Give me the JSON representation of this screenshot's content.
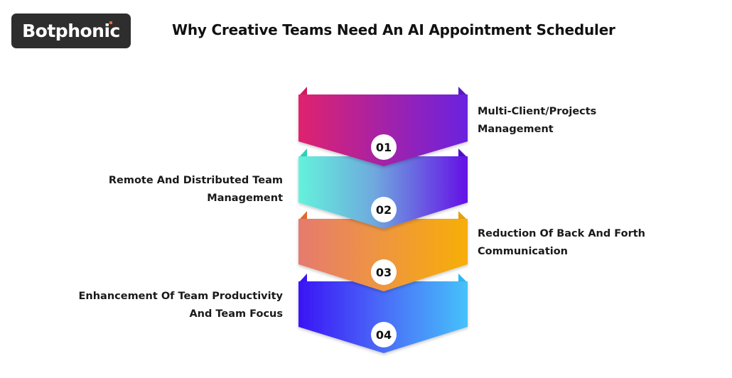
{
  "brand": {
    "name": "Botphonic",
    "bg_color": "#2e2e2e",
    "dot_color": "#f26b1d"
  },
  "title": "Why Creative Teams Need An AI Appointment Scheduler",
  "steps": [
    {
      "number": "01",
      "label_line1": "Multi-Client/Projects",
      "label_line2": "Management",
      "side": "right",
      "gradient_start": "#e0206e",
      "gradient_end": "#6a22e0"
    },
    {
      "number": "02",
      "label_line1": "Remote And Distributed Team",
      "label_line2": "Management",
      "side": "left",
      "gradient_start": "#64f2dc",
      "gradient_end": "#6410e6"
    },
    {
      "number": "03",
      "label_line1": "Reduction Of Back And Forth",
      "label_line2": "Communication",
      "side": "right",
      "gradient_start": "#e57a6e",
      "gradient_end": "#f6ae06"
    },
    {
      "number": "04",
      "label_line1": "Enhancement Of Team Productivity",
      "label_line2": "And Team Focus",
      "side": "left",
      "gradient_start": "#3a14f5",
      "gradient_end": "#45c2fa"
    }
  ]
}
